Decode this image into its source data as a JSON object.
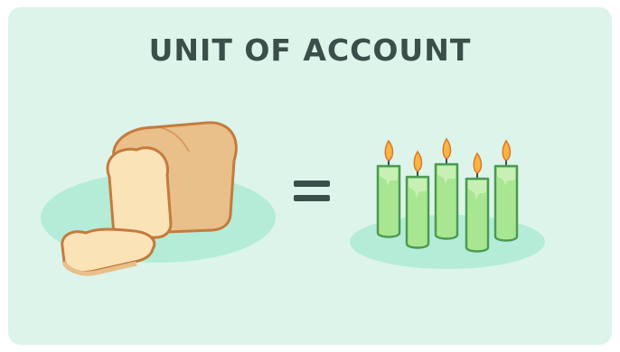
{
  "title": "UNIT OF ACCOUNT",
  "colors": {
    "card_background": "#dcf4ea",
    "title_text": "#3b4f4a",
    "plate": "#b4ecd8",
    "bread_crust": "#e9bf8a",
    "bread_inside": "#fbe3b8",
    "bread_outline": "#c57b3c",
    "candle_wax": "#a9e692",
    "candle_outline": "#4c9a52",
    "flame": "#f6b544"
  },
  "illustration": {
    "left_item": "bread-loaf",
    "right_item": "candles",
    "candle_count": 5,
    "operator_symbol": "equals-sign"
  }
}
